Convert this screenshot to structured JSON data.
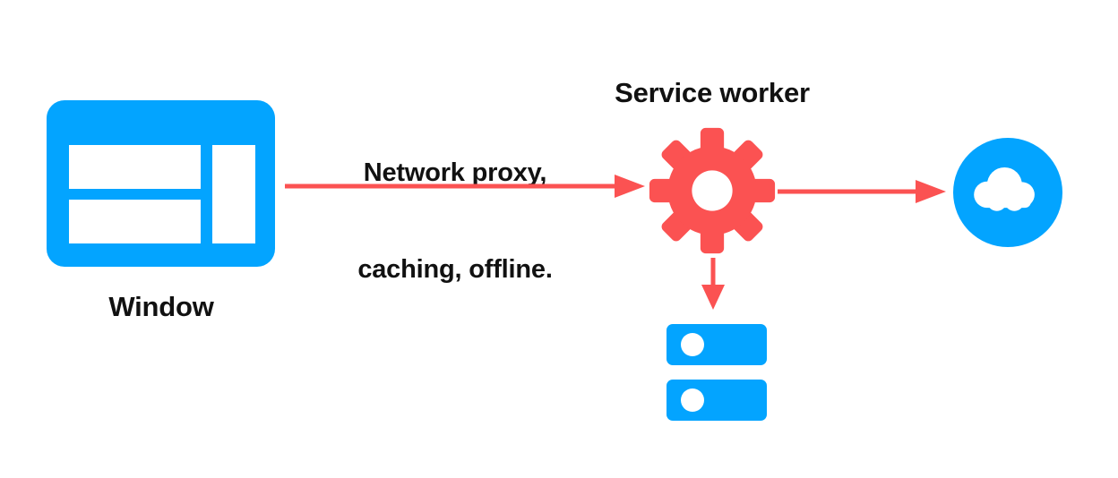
{
  "diagram": {
    "title": "Service worker network proxy diagram",
    "background": "#ffffff",
    "colors": {
      "blue": "#03A4FF",
      "red": "#FB5252",
      "text": "#111111",
      "white": "#ffffff"
    },
    "nodes": {
      "window": {
        "label": "Window",
        "icon": "browser-window-icon",
        "color": "#03A4FF"
      },
      "service_worker": {
        "label": "Service worker",
        "icon": "gear-icon",
        "color": "#FB5252",
        "teeth": 8
      },
      "network": {
        "label": "",
        "icon": "cloud-icon",
        "color": "#03A4FF"
      },
      "cache_storage": {
        "label": "",
        "icon": "database-icon",
        "color": "#03A4FF"
      }
    },
    "edges": [
      {
        "id": "window-to-sw",
        "from": "window",
        "to": "service_worker",
        "label_line1": "Network proxy,",
        "label_line2": "caching, offline.",
        "color": "#FB5252",
        "direction": "right"
      },
      {
        "id": "sw-to-network",
        "from": "service_worker",
        "to": "network",
        "label_line1": "",
        "label_line2": "",
        "color": "#FB5252",
        "direction": "right"
      },
      {
        "id": "sw-to-cache",
        "from": "service_worker",
        "to": "cache_storage",
        "label_line1": "",
        "label_line2": "",
        "color": "#FB5252",
        "direction": "down"
      }
    ]
  }
}
